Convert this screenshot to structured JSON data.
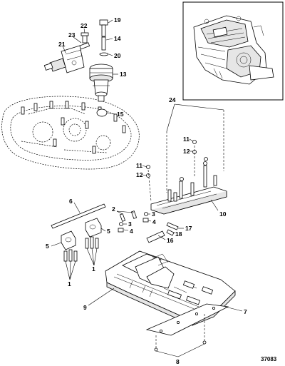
{
  "figure": {
    "number": "37083"
  },
  "callouts": [
    {
      "id": "c1a",
      "label": "1"
    },
    {
      "id": "c1b",
      "label": "1"
    },
    {
      "id": "c2",
      "label": "2"
    },
    {
      "id": "c3a",
      "label": "3"
    },
    {
      "id": "c3b",
      "label": "3"
    },
    {
      "id": "c4a",
      "label": "4"
    },
    {
      "id": "c4b",
      "label": "4"
    },
    {
      "id": "c5a",
      "label": "5"
    },
    {
      "id": "c5b",
      "label": "5"
    },
    {
      "id": "c6",
      "label": "6"
    },
    {
      "id": "c7",
      "label": "7"
    },
    {
      "id": "c8",
      "label": "8"
    },
    {
      "id": "c9",
      "label": "9"
    },
    {
      "id": "c10",
      "label": "10"
    },
    {
      "id": "c11a",
      "label": "11"
    },
    {
      "id": "c11b",
      "label": "11"
    },
    {
      "id": "c12a",
      "label": "12"
    },
    {
      "id": "c12b",
      "label": "12"
    },
    {
      "id": "c13",
      "label": "13"
    },
    {
      "id": "c14",
      "label": "14"
    },
    {
      "id": "c15",
      "label": "15"
    },
    {
      "id": "c16",
      "label": "16"
    },
    {
      "id": "c17",
      "label": "17"
    },
    {
      "id": "c18",
      "label": "18"
    },
    {
      "id": "c19",
      "label": "19"
    },
    {
      "id": "c20",
      "label": "20"
    },
    {
      "id": "c21",
      "label": "21"
    },
    {
      "id": "c22",
      "label": "22"
    },
    {
      "id": "c23",
      "label": "23"
    },
    {
      "id": "c24",
      "label": "24"
    }
  ]
}
